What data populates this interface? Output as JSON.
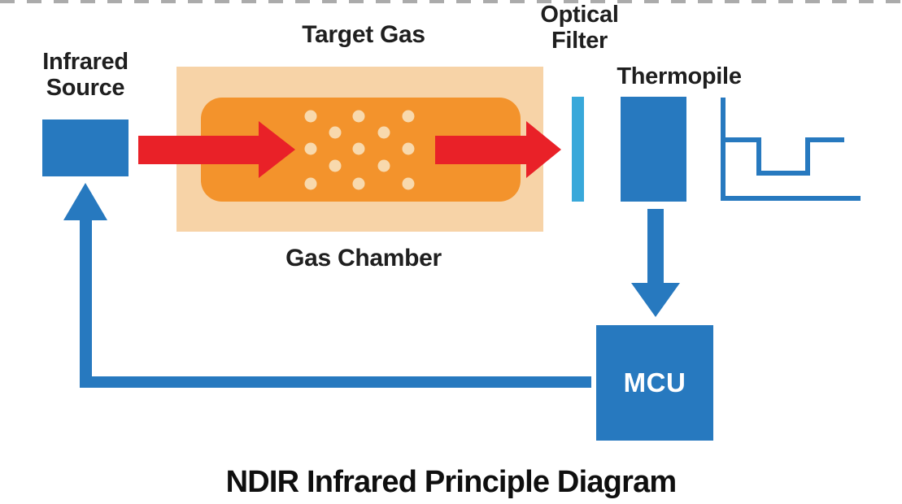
{
  "title": "NDIR Infrared Principle Diagram",
  "nodes": {
    "infrared_source": {
      "label": "Infrared Source"
    },
    "target_gas": {
      "label": "Target Gas"
    },
    "gas_chamber": {
      "label": "Gas Chamber"
    },
    "optical_filter": {
      "label": "Optical Filter"
    },
    "thermopile": {
      "label": "Thermopile"
    },
    "mcu": {
      "label": "MCU"
    }
  },
  "colors": {
    "blue": "#2779bf",
    "light_blue": "#38a8da",
    "red": "#e92128",
    "chamber_outer": "#f7d3a7",
    "chamber_inner": "#f3932c",
    "gas_dot": "#f8d9ad",
    "text": "#1f1f1f",
    "background": "#ffffff",
    "dash": "#8f8f8f"
  }
}
